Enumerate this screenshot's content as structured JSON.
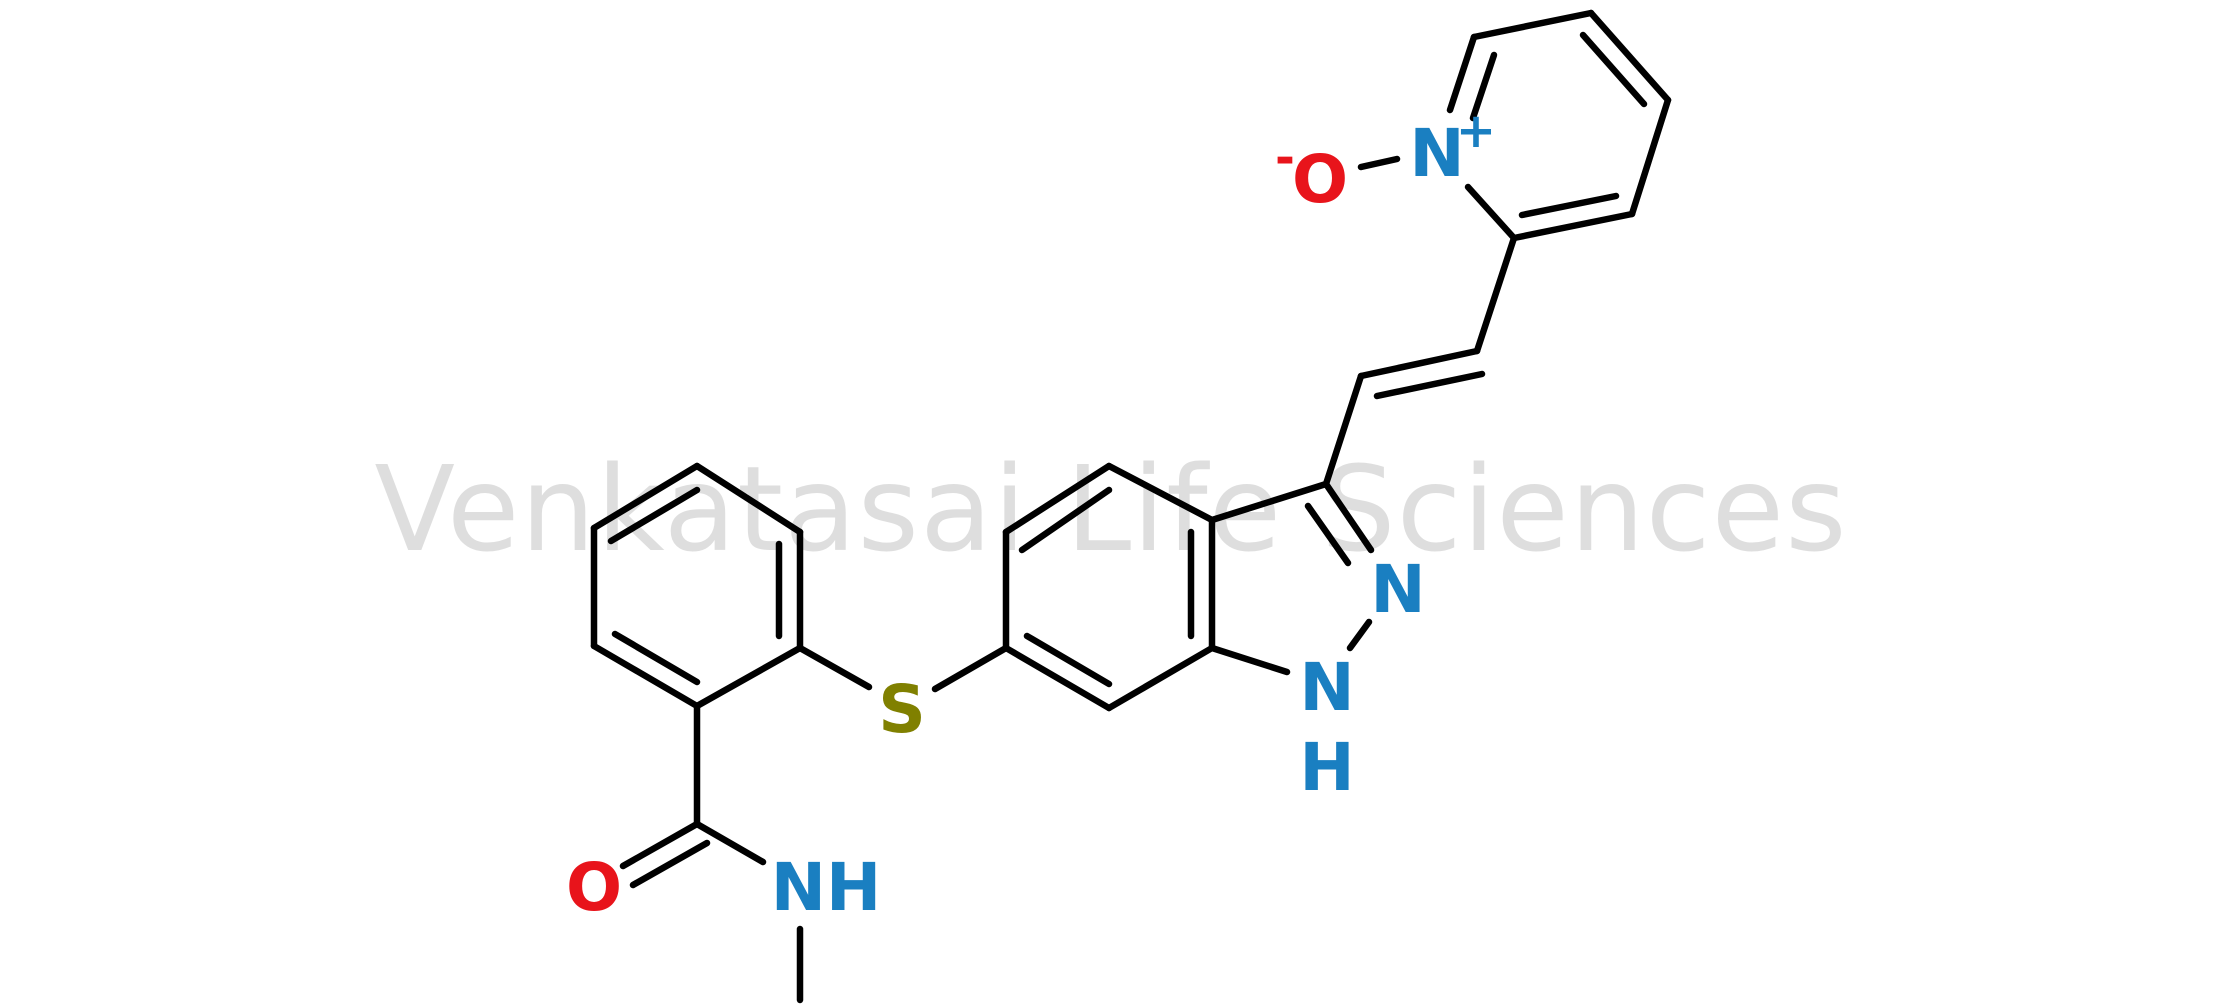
{
  "molecule": {
    "watermark": "Venkatasai Life Sciences",
    "atom_labels": {
      "n_oxide_n": "N",
      "n_oxide_charge": "+",
      "n_oxide_o": "O",
      "n_oxide_o_charge": "-",
      "indazole_n2": "N",
      "indazole_n1": "N",
      "indazole_h": "H",
      "sulfur": "S",
      "carbonyl_o": "O",
      "amide_nh": "NH"
    },
    "colors": {
      "bond": "#000000",
      "nitrogen": "#1a7fc1",
      "oxygen": "#e8141b",
      "sulfur": "#808000"
    }
  }
}
